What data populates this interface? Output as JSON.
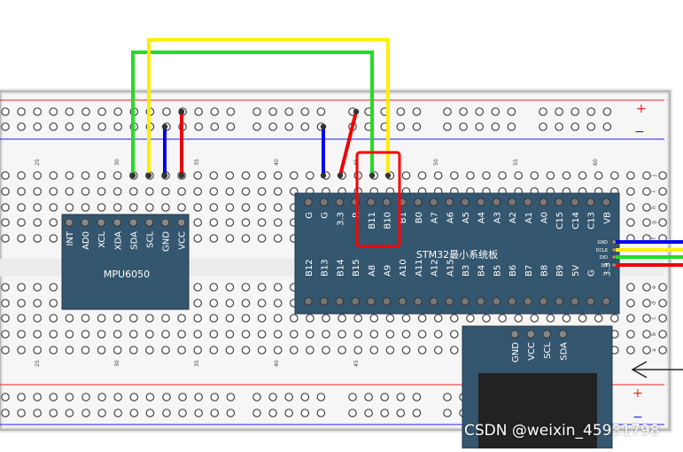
{
  "breadboard": {
    "rail_plus": "+",
    "rail_minus": "−",
    "column_numbers": [
      "25",
      "30",
      "35",
      "40",
      "45",
      "50",
      "55",
      "60"
    ],
    "row_letters_top": [
      "j",
      "i",
      "h",
      "g",
      "f"
    ],
    "row_letters_bottom": [
      "e",
      "d",
      "c",
      "b",
      "a"
    ]
  },
  "mpu6050": {
    "label": "MPU6050",
    "pins": [
      "INT",
      "AD0",
      "XCL",
      "XDA",
      "SDA",
      "SCL",
      "GND",
      "VCC"
    ]
  },
  "stm32": {
    "label": "STM32最小系统板",
    "top_pins": [
      "G",
      "G",
      "3.3",
      "R",
      "B11",
      "B10",
      "B1",
      "B0",
      "A7",
      "A6",
      "A5",
      "A4",
      "A3",
      "A2",
      "A1",
      "A0",
      "C15",
      "C14",
      "C13",
      "VB"
    ],
    "bottom_pins": [
      "B12",
      "B13",
      "B14",
      "B15",
      "A8",
      "A9",
      "A10",
      "A11",
      "A12",
      "A15",
      "B3",
      "B4",
      "B5",
      "B6",
      "B7",
      "B8",
      "B9",
      "5V",
      "G",
      "3.3"
    ],
    "side_pins": [
      "GND",
      "DCLK",
      "DIO",
      "3.3"
    ]
  },
  "oled": {
    "pins": [
      "GND",
      "VCC",
      "SCL",
      "SDA"
    ]
  },
  "wire_colors": {
    "green": "#22dd22",
    "yellow": "#ffee00",
    "blue": "#0000ee",
    "red": "#ee0000",
    "module": "#34566e",
    "highlight": "#ff0000"
  },
  "watermark": "CSDN @weixin_45931798"
}
